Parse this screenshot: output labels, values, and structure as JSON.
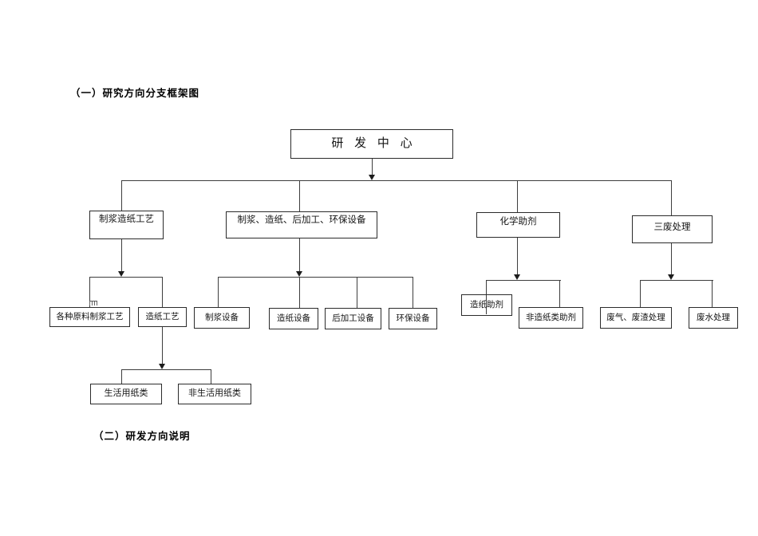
{
  "document": {
    "section_heading_1": "（一）研究方向分支框架图",
    "section_heading_2": "（二）研发方向说明"
  },
  "diagram": {
    "nodes": {
      "root": "研 发 中 心",
      "pulping_papermaking_tech": "制浆造纸工艺",
      "equipment": "制浆、造纸、后加工、环保设备",
      "chemical_additives": "化学助剂",
      "three_wastes_treatment": "三废处理",
      "raw_material_pulping_tech": "各种原料制浆工艺",
      "papermaking_tech": "造纸工艺",
      "pulping_equipment": "制浆设备",
      "papermaking_equipment": "造纸设备",
      "post_processing_equipment": "后加工设备",
      "environmental_protection_equipment": "环保设备",
      "papermaking_additives": "造纸助剂",
      "non_papermaking_additives": "非造纸类助剂",
      "waste_gas_residue_treatment": "废气、废渣处理",
      "waste_water_treatment": "废水处理",
      "household_paper": "生活用纸类",
      "non_household_paper": "非生活用纸类"
    },
    "hierarchy": {
      "root": [
        "pulping_papermaking_tech",
        "equipment",
        "chemical_additives",
        "three_wastes_treatment"
      ],
      "pulping_papermaking_tech": [
        "raw_material_pulping_tech",
        "papermaking_tech"
      ],
      "papermaking_tech": [
        "household_paper",
        "non_household_paper"
      ],
      "equipment": [
        "pulping_equipment",
        "papermaking_equipment",
        "post_processing_equipment",
        "environmental_protection_equipment"
      ],
      "chemical_additives": [
        "papermaking_additives",
        "non_papermaking_additives"
      ],
      "three_wastes_treatment": [
        "waste_gas_residue_treatment",
        "waste_water_treatment"
      ]
    },
    "line_color": "#3d3d3d",
    "border_color": "#2b2b2b"
  }
}
